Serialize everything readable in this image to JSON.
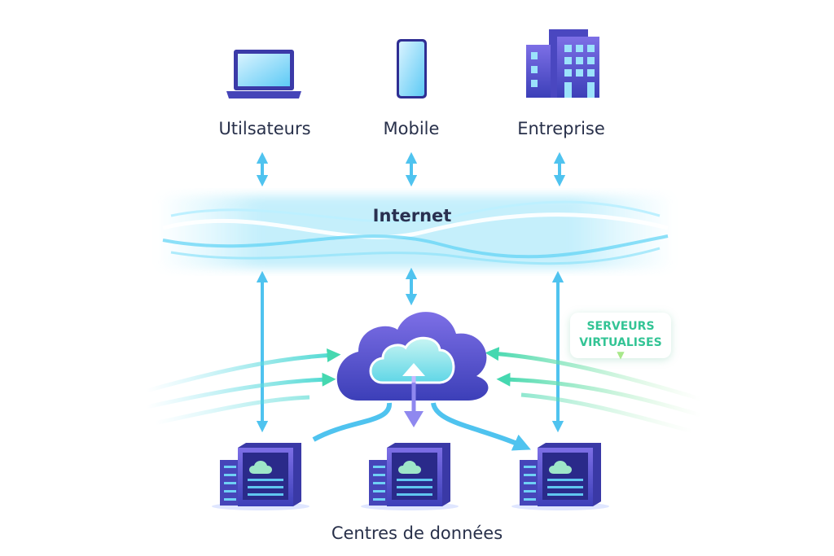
{
  "top": {
    "users_label": "Utilsateurs",
    "mobile_label": "Mobile",
    "enterprise_label": "Entreprise"
  },
  "network": {
    "internet_label": "Internet"
  },
  "badge": {
    "line1": "SERVEURS",
    "line2": "VIRTUALISES"
  },
  "bottom": {
    "datacenters_label": "Centres de données"
  },
  "colors": {
    "primary": "#4b4fc9",
    "arrow": "#4fc3ef",
    "green": "#33c495"
  }
}
